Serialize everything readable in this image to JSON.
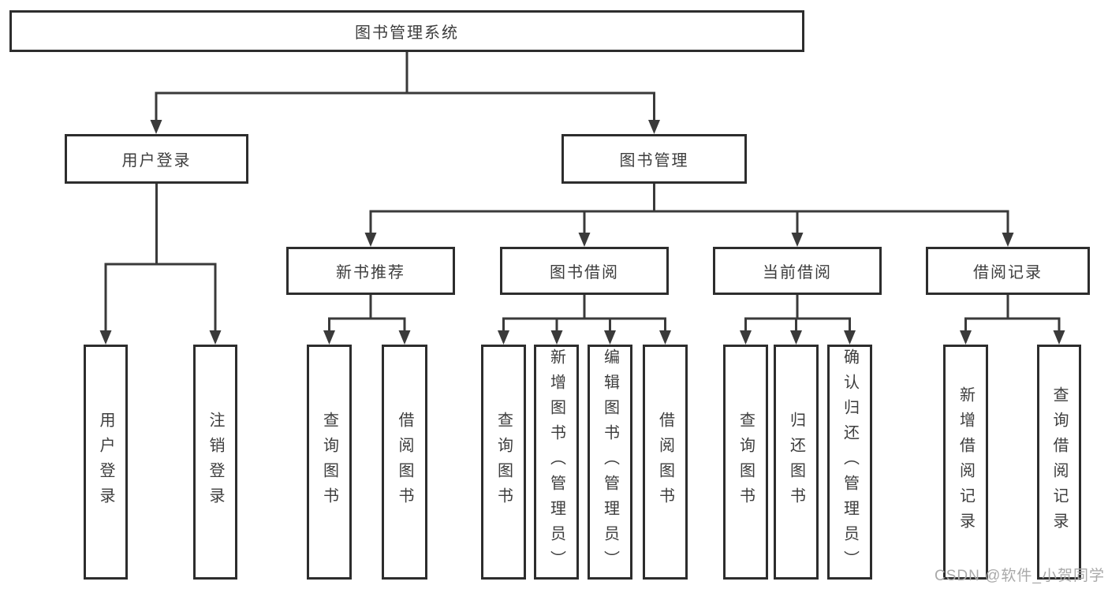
{
  "diagram_title": "图书管理系统",
  "watermark": {
    "text": "CSDN @软件_小贺同学"
  },
  "colors": {
    "line": "#3a3a3a",
    "box_border": "#2d2d2d",
    "box_fill": "#ffffff",
    "text": "#3d3d3d",
    "watermark": "#a9a9a9"
  },
  "tree": {
    "label": "图书管理系统",
    "children": [
      {
        "label": "用户登录",
        "children": [
          {
            "label": "用户登录"
          },
          {
            "label": "注销登录"
          }
        ]
      },
      {
        "label": "图书管理",
        "children": [
          {
            "label": "新书推荐",
            "children": [
              {
                "label": "查询图书"
              },
              {
                "label": "借阅图书"
              }
            ]
          },
          {
            "label": "图书借阅",
            "children": [
              {
                "label": "查询图书"
              },
              {
                "label": "新增图书（管理员）"
              },
              {
                "label": "编辑图书（管理员）"
              },
              {
                "label": "借阅图书"
              }
            ]
          },
          {
            "label": "当前借阅",
            "children": [
              {
                "label": "查询图书"
              },
              {
                "label": "归还图书"
              },
              {
                "label": "确认归还（管理员）"
              }
            ]
          },
          {
            "label": "借阅记录",
            "children": [
              {
                "label": "新增借阅记录"
              },
              {
                "label": "查询借阅记录"
              }
            ]
          }
        ]
      }
    ]
  }
}
